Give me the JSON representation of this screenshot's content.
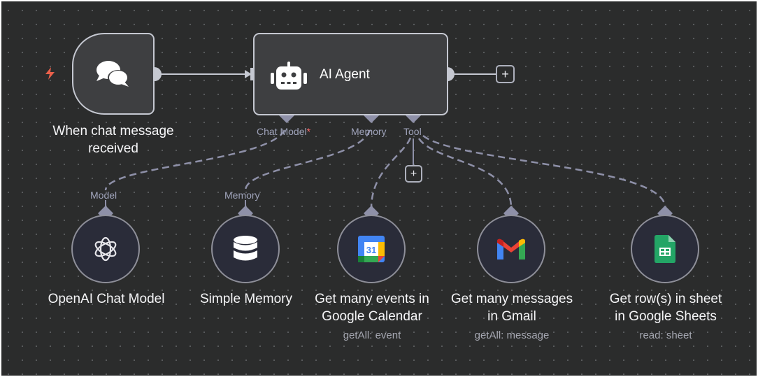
{
  "canvas": {
    "background": "#2b2c2c",
    "edge_color": "#8e90a8",
    "node_border": "#c5c8d1"
  },
  "trigger": {
    "title_line1": "When chat message",
    "title_line2": "received",
    "icon": "chat-bubbles-icon",
    "badge_icon": "bolt-icon",
    "badge_color": "#e9604a"
  },
  "agent": {
    "title": "AI Agent",
    "icon": "robot-icon",
    "handles": [
      {
        "label": "Chat Model",
        "required_mark": "*"
      },
      {
        "label": "Memory"
      },
      {
        "label": "Tool"
      }
    ],
    "add_button_label": "+",
    "add_tool_label": "+"
  },
  "subnodes": [
    {
      "handle_label": "Model",
      "title_line1": "OpenAI Chat Model",
      "title_line2": "",
      "subtitle": "",
      "icon": "openai-icon"
    },
    {
      "handle_label": "Memory",
      "title_line1": "Simple Memory",
      "title_line2": "",
      "subtitle": "",
      "icon": "database-icon"
    },
    {
      "handle_label": "",
      "title_line1": "Get many events in",
      "title_line2": "Google Calendar",
      "subtitle": "getAll: event",
      "icon": "google-calendar-icon",
      "icon_text": "31"
    },
    {
      "handle_label": "",
      "title_line1": "Get many messages",
      "title_line2": "in Gmail",
      "subtitle": "getAll: message",
      "icon": "gmail-icon"
    },
    {
      "handle_label": "",
      "title_line1": "Get row(s) in sheet",
      "title_line2": "in Google Sheets",
      "subtitle": "read: sheet",
      "icon": "google-sheets-icon"
    }
  ]
}
